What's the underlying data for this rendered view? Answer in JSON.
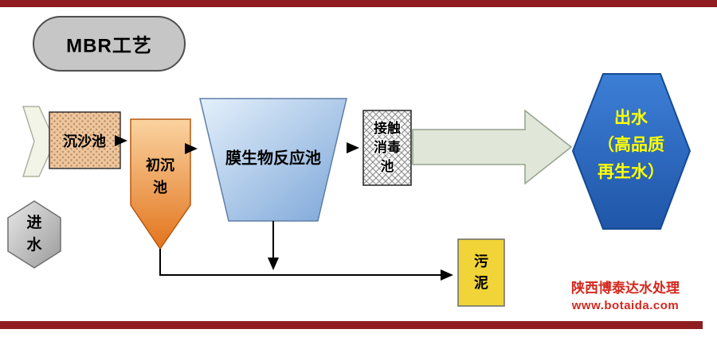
{
  "colors": {
    "bar_red": "#8e1c20",
    "capsule_gray": "#c6c6c6",
    "grit_fill": "#ecc69e",
    "grit_dot": "#c08a5a",
    "primary_tank_top": "#fad3a0",
    "primary_tank_bottom": "#e2741d",
    "mbr_top": "#e4f0fb",
    "mbr_bottom": "#7ca6d8",
    "effluent_blue_top": "#3d7fd6",
    "effluent_blue_bottom": "#1f56a8",
    "effluent_text": "#ffff00",
    "sludge_yellow": "#f1d437",
    "big_arrow_fill": "#e0e6d8",
    "influent_arrow_fill": "#f2f4e8",
    "influent_hex_light": "#e8e8e8",
    "influent_hex_dark": "#9a9a9a",
    "watermark_red": "#d3281e",
    "connector_black": "#000000"
  },
  "title": {
    "label": "MBR工艺"
  },
  "nodes": {
    "influent": {
      "line1": "进",
      "line2": "水"
    },
    "grit": {
      "label": "沉沙池"
    },
    "primary": {
      "line1": "初沉",
      "line2": "池"
    },
    "mbr": {
      "label": "膜生物反应池"
    },
    "disinfect": {
      "line1": "接触",
      "line2": "消毒",
      "line3": "池"
    },
    "effluent": {
      "line1": "出水",
      "line2": "（高品质",
      "line3": "再生水）"
    },
    "sludge": {
      "line1": "污",
      "line2": "泥"
    }
  },
  "watermark": {
    "line1": "陕西博泰达水处理",
    "line2": "www.botaida.com"
  }
}
